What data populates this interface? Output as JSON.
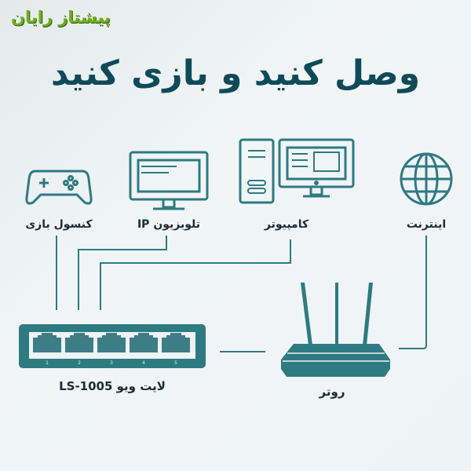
{
  "logo": "پیشتاز رایان",
  "title": "وصل کنید و بازی کنید",
  "devices": {
    "console": "کنسول بازی",
    "tv": "تلویزیون IP",
    "computer": "کامپیوتر",
    "internet": "اینترنت",
    "switch": "لایت ویو LS-1005",
    "router": "روتر"
  },
  "switch_ports": [
    "1",
    "2",
    "3",
    "4",
    "5"
  ],
  "colors": {
    "accent": "#2e7a82",
    "title": "#0f4a5a",
    "logo": "#6fae1f"
  }
}
